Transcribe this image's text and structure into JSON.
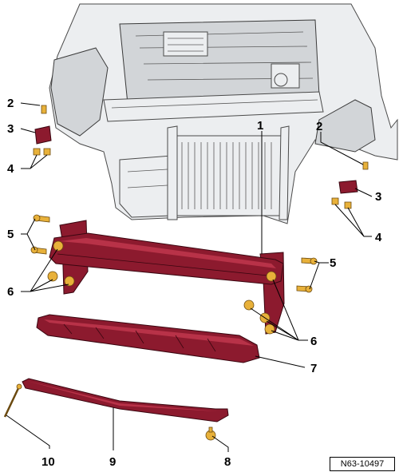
{
  "diagram": {
    "reference_code": "N63-10497",
    "callouts": [
      {
        "id": "c2-left",
        "text": "2"
      },
      {
        "id": "c3-left",
        "text": "3"
      },
      {
        "id": "c4-left",
        "text": "4"
      },
      {
        "id": "c1",
        "text": "1"
      },
      {
        "id": "c2-right",
        "text": "2"
      },
      {
        "id": "c3-right",
        "text": "3"
      },
      {
        "id": "c4-right",
        "text": "4"
      },
      {
        "id": "c5-left",
        "text": "5"
      },
      {
        "id": "c5-right",
        "text": "5"
      },
      {
        "id": "c6-left",
        "text": "6"
      },
      {
        "id": "c6-right",
        "text": "6"
      },
      {
        "id": "c7",
        "text": "7"
      },
      {
        "id": "c10",
        "text": "10"
      },
      {
        "id": "c9",
        "text": "9"
      },
      {
        "id": "c8",
        "text": "8"
      }
    ]
  },
  "colors": {
    "part": "#8c1a2e",
    "bolt": "#e8b13a",
    "body": "#eceef0"
  }
}
